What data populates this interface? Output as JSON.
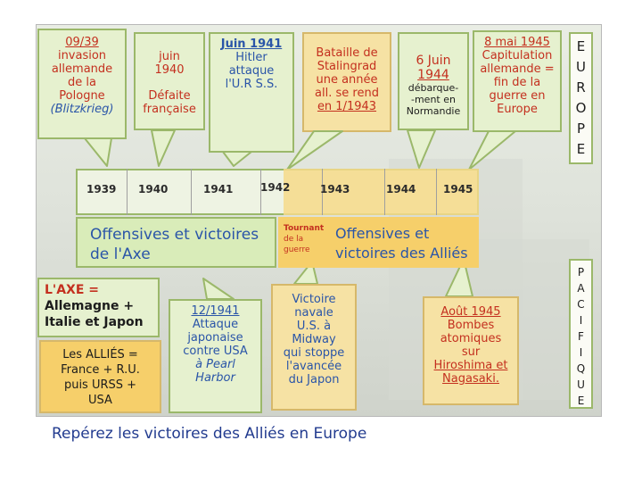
{
  "events_top": [
    {
      "id": "e1",
      "lines": [
        "09/39",
        "invasion",
        "allemande",
        "de la",
        "Pologne",
        "(Blitzkrieg)"
      ]
    },
    {
      "id": "e2",
      "lines": [
        "juin",
        "1940",
        "Défaite",
        "française"
      ]
    },
    {
      "id": "e3",
      "lines": [
        "Juin 1941",
        "Hitler",
        "attaque",
        "l'U.R S.S."
      ]
    },
    {
      "id": "e4",
      "lines": [
        "Bataille de",
        "Stalingrad",
        "une année",
        "all. se rend",
        "en 1/1943"
      ]
    },
    {
      "id": "e5",
      "lines": [
        "6 Juin",
        "1944",
        "débarque-",
        "-ment en",
        "Normandie"
      ]
    },
    {
      "id": "e6",
      "lines": [
        "8 mai 1945",
        "Capitulation",
        "allemande =",
        "fin de la",
        "guerre en",
        "Europe"
      ]
    }
  ],
  "timeline": {
    "years": [
      "1939",
      "1940",
      "1941",
      "1942",
      "1943",
      "1944",
      "1945"
    ],
    "left_band": [
      "Offensives et victoires",
      "de l'Axe"
    ],
    "turning": [
      "Tournant",
      "de la",
      "guerre"
    ],
    "right_band": [
      "Offensives et",
      "victoires des Alliés"
    ]
  },
  "side": {
    "europe": [
      "E",
      "U",
      "R",
      "O",
      "P",
      "E"
    ],
    "pacifique": [
      "P",
      "A",
      "C",
      "I",
      "F",
      "I",
      "Q",
      "U",
      "E"
    ]
  },
  "axe": [
    "L'AXE =",
    "Allemagne +",
    "Italie et Japon"
  ],
  "allies": [
    "Les ALLIÉS =",
    "France + R.U.",
    "puis URSS +",
    "USA"
  ],
  "events_bottom": [
    {
      "id": "b1",
      "lines": [
        "12/1941",
        "Attaque",
        "japonaise",
        "contre USA",
        "à Pearl",
        "Harbor"
      ]
    },
    {
      "id": "b2",
      "lines": [
        "Victoire",
        "navale",
        "U.S. à",
        "Midway",
        "qui stoppe",
        "l'avancée",
        "du Japon"
      ]
    },
    {
      "id": "b3",
      "lines": [
        "Août 1945",
        "Bombes",
        "atomiques",
        "sur",
        "Hiroshima et",
        "Nagasaki."
      ]
    }
  ],
  "caption": "Repérez les victoires des Alliés en Europe",
  "colors": {
    "box_fill": "#e6f1cf",
    "box_border": "#9bb86a",
    "red": "#c4301f",
    "blue": "#2a55a8",
    "orange_band": "#f6cf6a",
    "green_band": "#d9ecb9"
  }
}
